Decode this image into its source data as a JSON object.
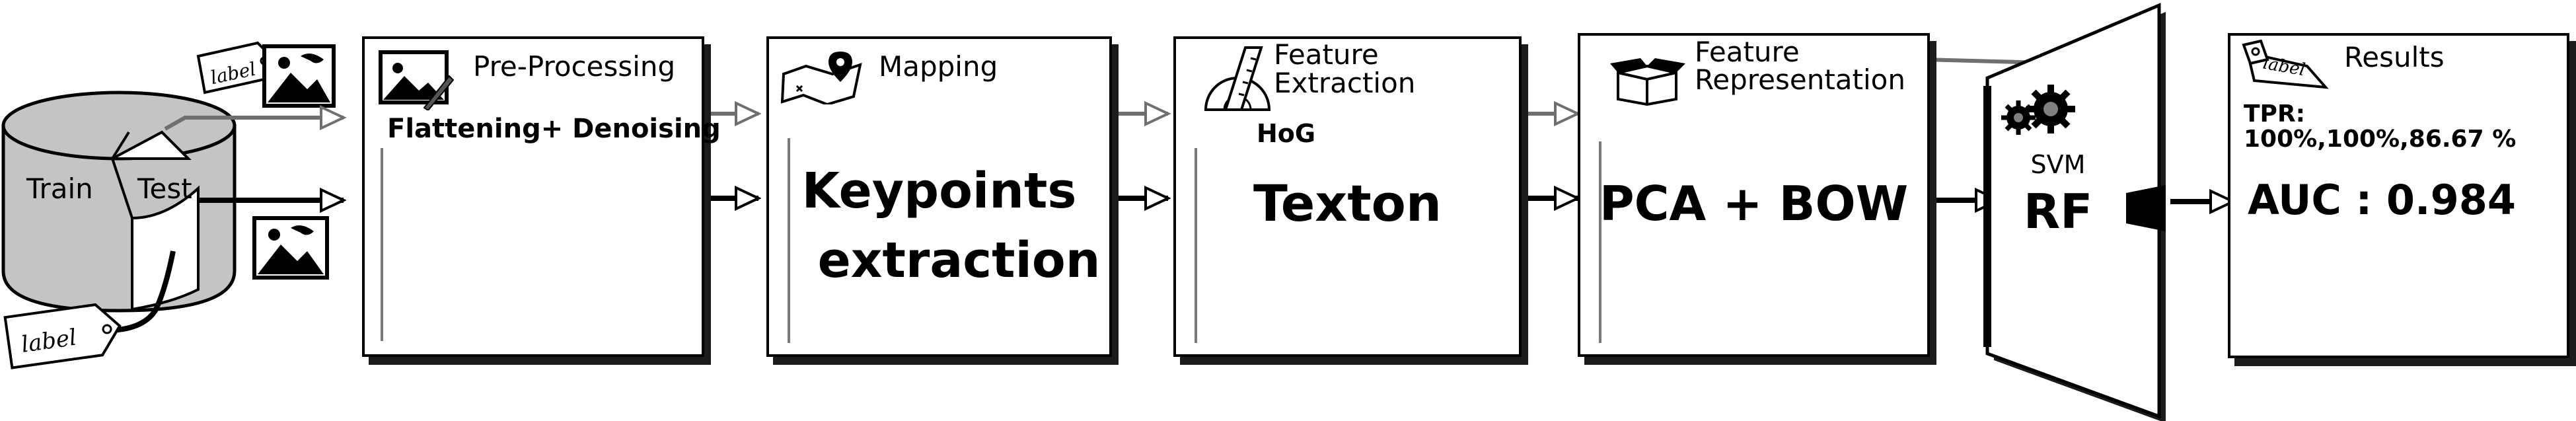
{
  "dataset": {
    "train_label": "Train",
    "test_label": "Test"
  },
  "tags": {
    "top": "label",
    "bottom": "label",
    "results": "label"
  },
  "steps": [
    {
      "title": "Pre-Processing",
      "subtitle": "Flattening+ Denoising",
      "icon": "image-edit-icon"
    },
    {
      "title": "Mapping",
      "content": [
        "Keypoints",
        "extraction"
      ],
      "icon": "map-pin-icon"
    },
    {
      "title_lines": [
        "Feature",
        "Extraction"
      ],
      "small": "HoG",
      "content": "Texton",
      "icon": "protractor-ruler-icon"
    },
    {
      "title_lines": [
        "Feature",
        "Representation"
      ],
      "content": "PCA + BOW",
      "icon": "open-box-icon"
    }
  ],
  "classifier": {
    "small": "SVM",
    "big": "RF",
    "icon": "gears-icon"
  },
  "results": {
    "title": "Results",
    "tpr_label": "TPR:",
    "tpr_values": "100%,100%,86.67 %",
    "auc": "AUC : 0.984"
  }
}
